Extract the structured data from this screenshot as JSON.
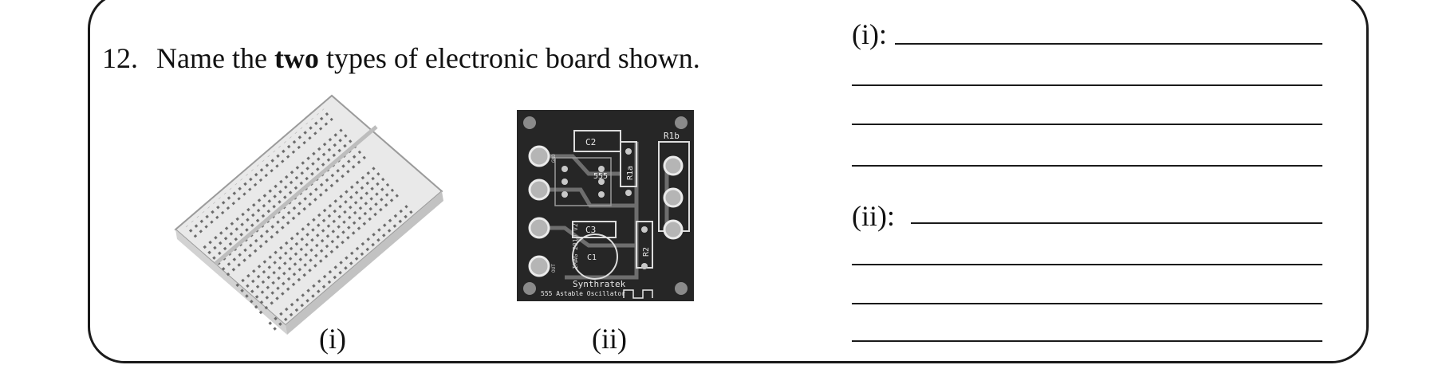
{
  "question": {
    "number": "12.",
    "text_before": "Name the ",
    "text_bold": "two",
    "text_after": " types of electronic board shown."
  },
  "figures": {
    "first_caption": "(i)",
    "second_caption": "(ii)",
    "pcb_labels": {
      "c2": "C2",
      "r1b": "R1b",
      "r1a": "R1a",
      "ic": "555",
      "c3": "C3",
      "r2": "R2",
      "c1": "C1",
      "ver": "IMAG 2010 v2",
      "brand": "Synthratek",
      "title": "555 Astable Oscillator",
      "gnd": "GND",
      "out": "OUT"
    }
  },
  "answers": {
    "first_label": "(i):",
    "second_label": "(ii):"
  }
}
